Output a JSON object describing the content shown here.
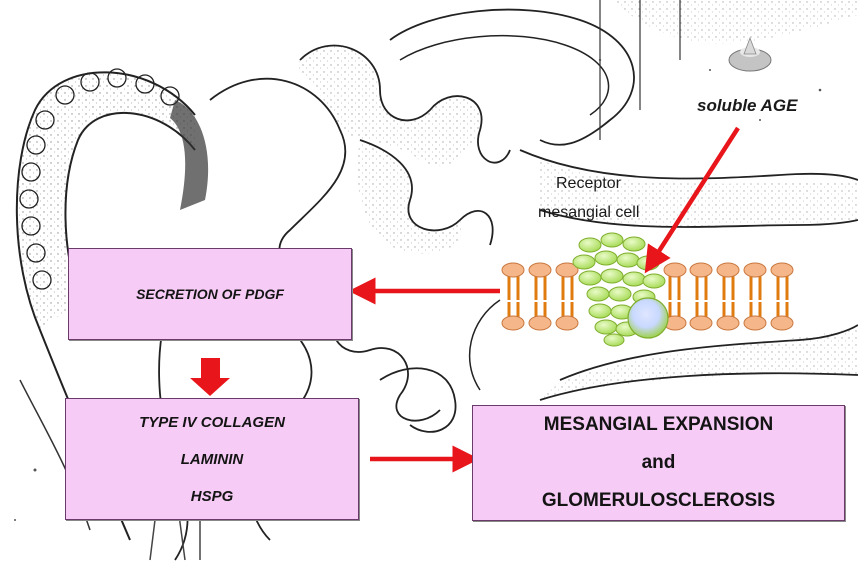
{
  "labels": {
    "soluble_age": "soluble AGE",
    "receptor_line1": "Receptor",
    "receptor_line2": "mesangial cell"
  },
  "boxes": {
    "pdgf": "SECRETION OF PDGF",
    "matrix": [
      "TYPE IV COLLAGEN",
      "LAMININ",
      "HSPG"
    ],
    "expansion": [
      "MESANGIAL EXPANSION",
      "and",
      "GLOMERULOSCLEROSIS"
    ]
  },
  "colors": {
    "box_fill": "#f6ccf6",
    "arrow": "#e8161b",
    "lipid_head": "#f4b183",
    "lipid_tail": "#e88a20",
    "receptor": "#c6ee7a"
  }
}
